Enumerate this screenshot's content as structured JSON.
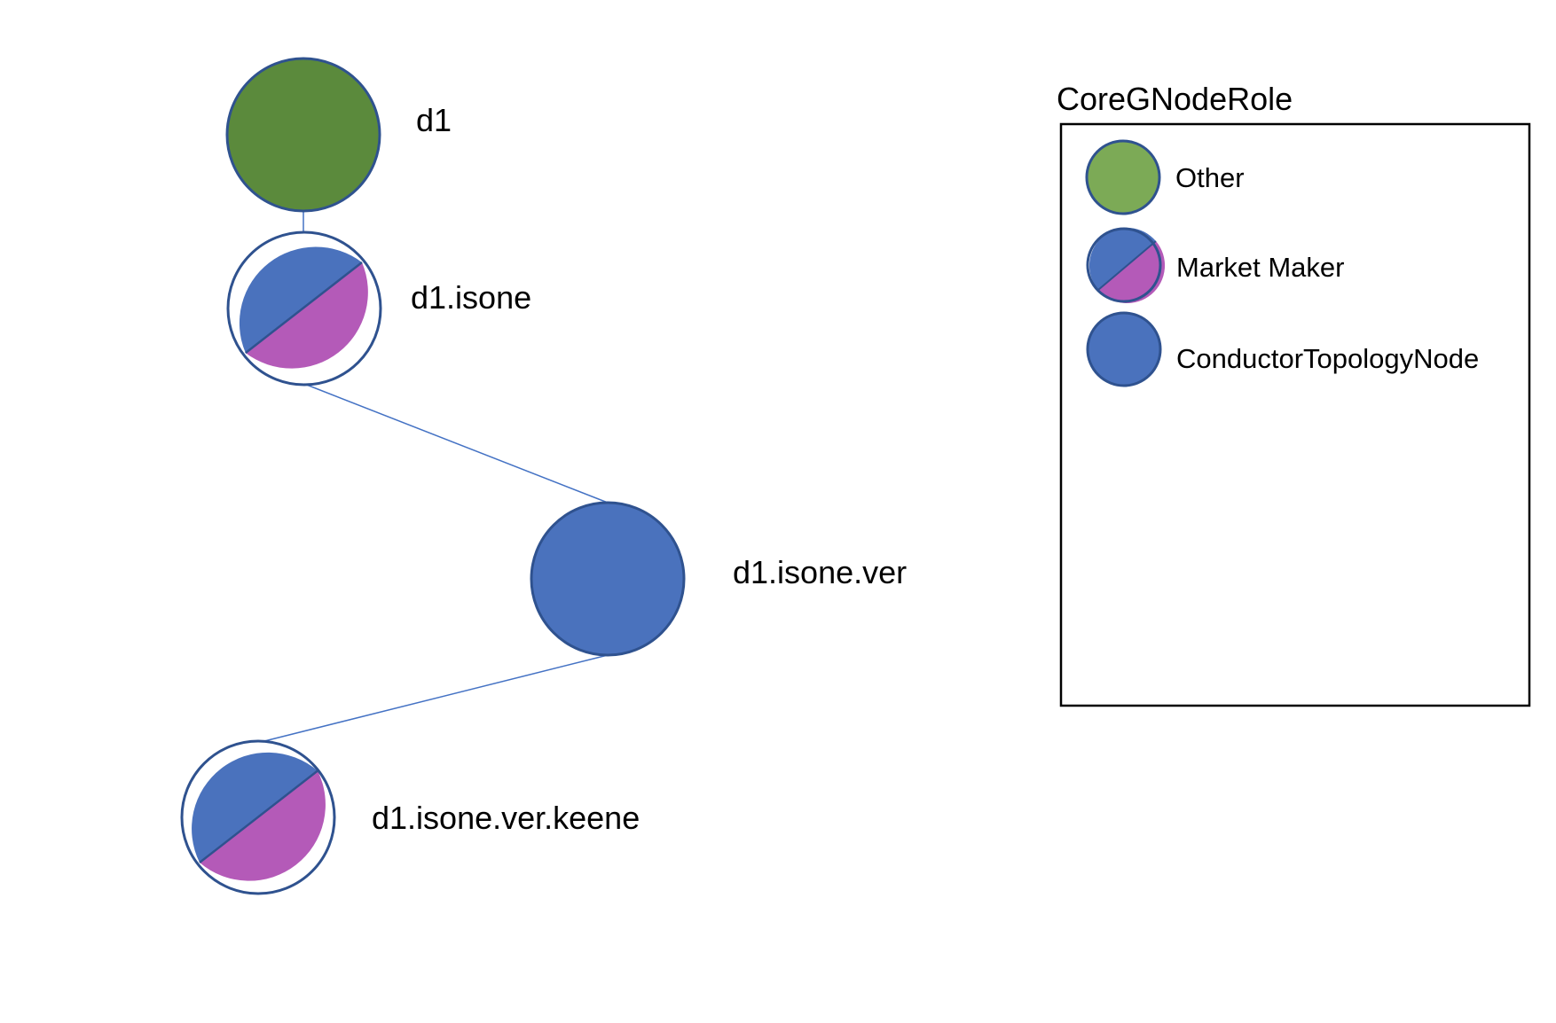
{
  "colors": {
    "other": "#5b8a3c",
    "other_legend": "#7caa56",
    "market_maker_top": "#4a72bd",
    "market_maker_bottom": "#b45ab8",
    "conductor_topology_node": "#4a72bd",
    "node_outline": "#2f528f",
    "edge": "#4472c4"
  },
  "nodes": [
    {
      "id": "d1",
      "label": "d1",
      "role": "other"
    },
    {
      "id": "d1.isone",
      "label": "d1.isone",
      "role": "market_maker"
    },
    {
      "id": "d1.isone.ver",
      "label": "d1.isone.ver",
      "role": "conductor_topology_node"
    },
    {
      "id": "d1.isone.ver.keene",
      "label": "d1.isone.ver.keene",
      "role": "market_maker"
    }
  ],
  "edges": [
    {
      "from": "d1",
      "to": "d1.isone"
    },
    {
      "from": "d1.isone",
      "to": "d1.isone.ver"
    },
    {
      "from": "d1.isone.ver",
      "to": "d1.isone.ver.keene"
    }
  ],
  "legend": {
    "title": "CoreGNodeRole",
    "items": [
      {
        "role": "other",
        "label": "Other"
      },
      {
        "role": "market_maker",
        "label": "Market Maker"
      },
      {
        "role": "conductor_topology_node",
        "label": "ConductorTopologyNode"
      }
    ]
  }
}
